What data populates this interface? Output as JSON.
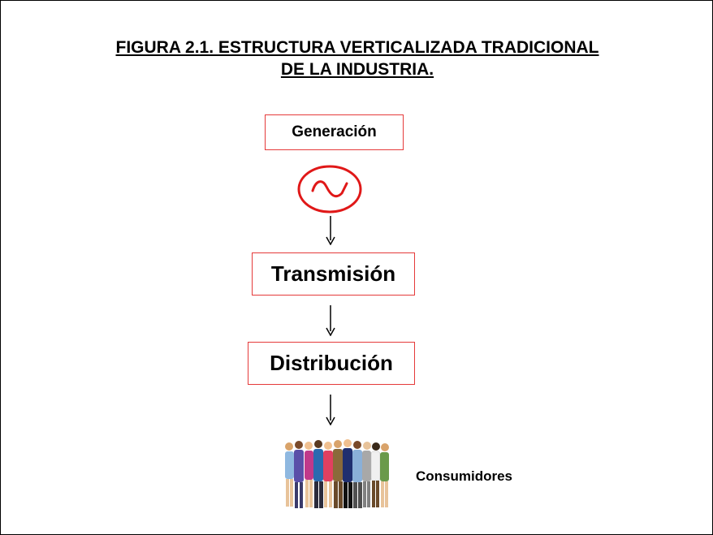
{
  "figure": {
    "title_line1": "FIGURA 2.1. ESTRUCTURA VERTICALIZADA TRADICIONAL",
    "title_line2": "DE LA INDUSTRIA."
  },
  "nodes": {
    "generation": "Generación",
    "transmission": "Transmisión",
    "distribution": "Distribución",
    "consumers": "Consumidores"
  },
  "icons": {
    "generator": "ac-generator-sine-icon",
    "crowd": "people-crowd-icon"
  },
  "colors": {
    "box_border": "#e53a3a",
    "generator_stroke": "#e01818",
    "arrow": "#000000"
  }
}
